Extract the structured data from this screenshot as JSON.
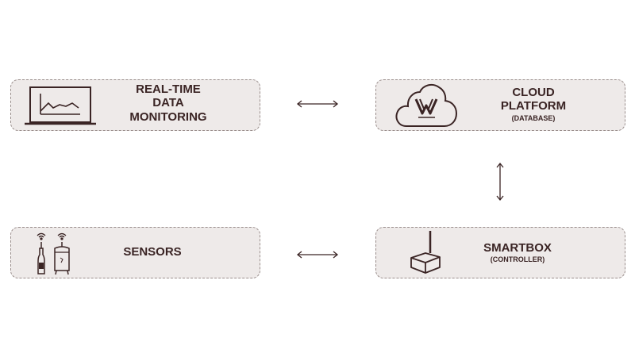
{
  "nodes": {
    "monitoring": {
      "lines": [
        "REAL-TIME",
        "DATA",
        "MONITORING"
      ],
      "icon": "monitor-chart-icon"
    },
    "cloud": {
      "title_lines": [
        "CLOUD",
        "PLATFORM"
      ],
      "subtitle": "(DATABASE)",
      "icon": "cloud-icon"
    },
    "sensors": {
      "title": "SENSORS",
      "icon": "sensors-icon"
    },
    "smartbox": {
      "title": "SMARTBOX",
      "subtitle": "(CONTROLLER)",
      "icon": "controller-box-icon"
    }
  },
  "connections": [
    {
      "from": "monitoring",
      "to": "cloud",
      "direction": "bidirectional"
    },
    {
      "from": "cloud",
      "to": "smartbox",
      "direction": "bidirectional"
    },
    {
      "from": "sensors",
      "to": "smartbox",
      "direction": "bidirectional"
    }
  ],
  "colors": {
    "box_fill": "#eeeae9",
    "box_border": "#9a8e8c",
    "text": "#3a2424"
  }
}
